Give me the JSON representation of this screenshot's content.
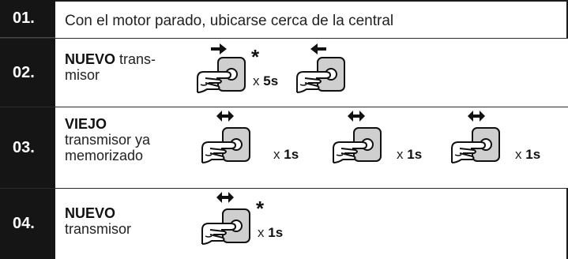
{
  "steps": [
    {
      "number": "01.",
      "text": "Con el motor parado, ubicarse cerca de la central"
    },
    {
      "number": "02.",
      "label_bold": "NUEVO",
      "label_rest": " trans-",
      "label_line2": "misor",
      "actions": [
        {
          "arrow": "right",
          "star": "*",
          "x": "x ",
          "time": "5s"
        },
        {
          "arrow": "left"
        }
      ]
    },
    {
      "number": "03.",
      "label_bold": "VIEJO",
      "label_line2": "transmisor ya",
      "label_line3": "memorizado",
      "actions": [
        {
          "arrow": "both",
          "x": "x ",
          "time": "1s"
        },
        {
          "arrow": "both",
          "x": "x ",
          "time": "1s"
        },
        {
          "arrow": "both",
          "x": "x ",
          "time": "1s"
        }
      ]
    },
    {
      "number": "04.",
      "label_bold": "NUEVO",
      "label_line2": "transmisor",
      "actions": [
        {
          "arrow": "both",
          "star": "*",
          "x": "x ",
          "time": "1s"
        }
      ]
    }
  ]
}
